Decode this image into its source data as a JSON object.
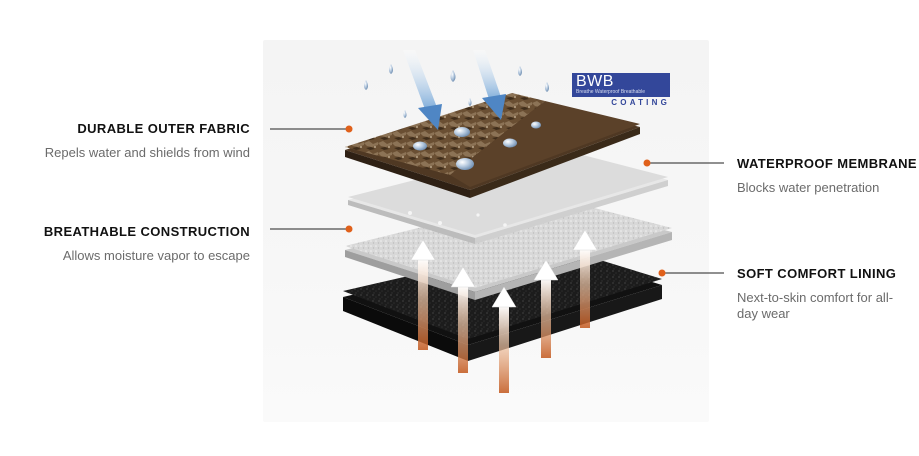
{
  "labels": {
    "outer_fabric": {
      "title": "DURABLE OUTER FABRIC",
      "description": "Repels water and shields from wind"
    },
    "breathable": {
      "title": "BREATHABLE CONSTRUCTION",
      "description": "Allows moisture vapor to escape"
    },
    "membrane": {
      "title": "WATERPROOF MEMBRANE",
      "description": "Blocks water penetration"
    },
    "lining": {
      "title": "SOFT COMFORT LINING",
      "description": "Next-to-skin comfort for all-day wear"
    }
  },
  "badge": {
    "brand": "BWB",
    "tagline": "Breathe Waterproof Breathable",
    "coating": "COATING"
  },
  "colors": {
    "marker": "#e0601a",
    "leader": "#222222",
    "badge_blue": "#33479a",
    "fabric_brown": "#5a4128",
    "lining_black": "#1e1e1e"
  }
}
